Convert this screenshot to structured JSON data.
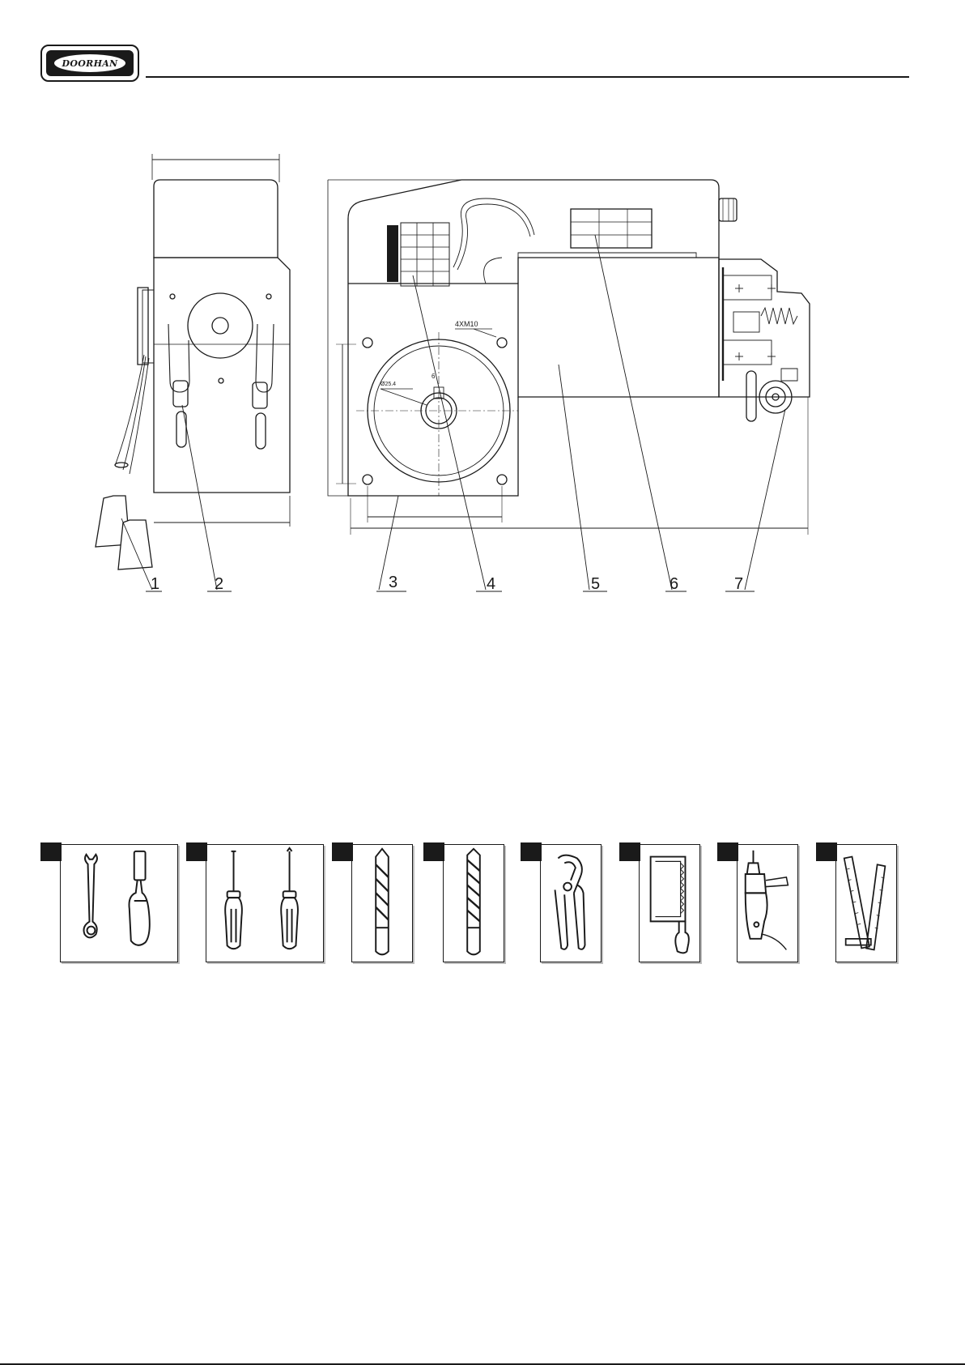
{
  "header": {
    "logo_text": "DOORHAN"
  },
  "drawing": {
    "callouts": [
      "1",
      "2",
      "3",
      "4",
      "5",
      "6",
      "7"
    ],
    "dim_holes": "4XM10",
    "dim_bore": "Ø25.4",
    "dim_key": "6"
  },
  "tools": [
    {
      "icon": "wrench-icon"
    },
    {
      "icon": "screwdriver-icon"
    },
    {
      "icon": "concrete-drill-bit-icon"
    },
    {
      "icon": "metal-drill-bit-icon"
    },
    {
      "icon": "pliers-icon"
    },
    {
      "icon": "hacksaw-icon"
    },
    {
      "icon": "power-drill-icon"
    },
    {
      "icon": "folding-ruler-icon"
    }
  ]
}
